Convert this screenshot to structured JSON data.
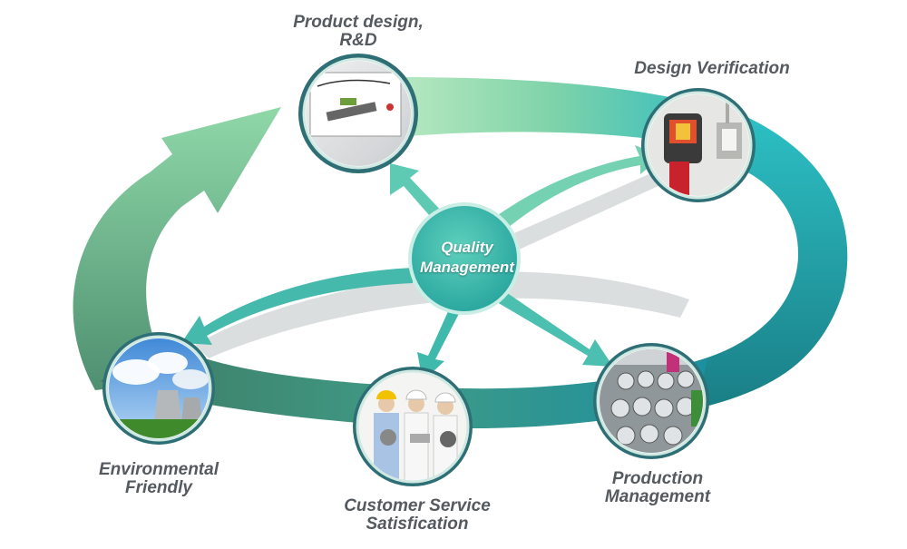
{
  "center": {
    "line1": "Quality",
    "line2": "Management"
  },
  "nodes": {
    "product_design": {
      "line1": "Product design,",
      "line2": "R&D"
    },
    "design_verification": {
      "line1": "Design Verification"
    },
    "production_management": {
      "line1": "Production",
      "line2": "Management"
    },
    "customer_service": {
      "line1": "Customer Service",
      "line2": "Satisfication"
    },
    "environmental": {
      "line1": "Environmental",
      "line2": "Friendly"
    }
  },
  "colors": {
    "ring_light": "#9fdcb0",
    "ring_teal": "#33c0c0",
    "ring_dark": "#2f7d6a",
    "center": "#3cbdb0",
    "label": "#555a5f"
  },
  "icons": [
    "photo-cad-screen",
    "photo-thermal-camera",
    "photo-factory-lamps",
    "photo-staff-helmets",
    "photo-power-plant"
  ]
}
